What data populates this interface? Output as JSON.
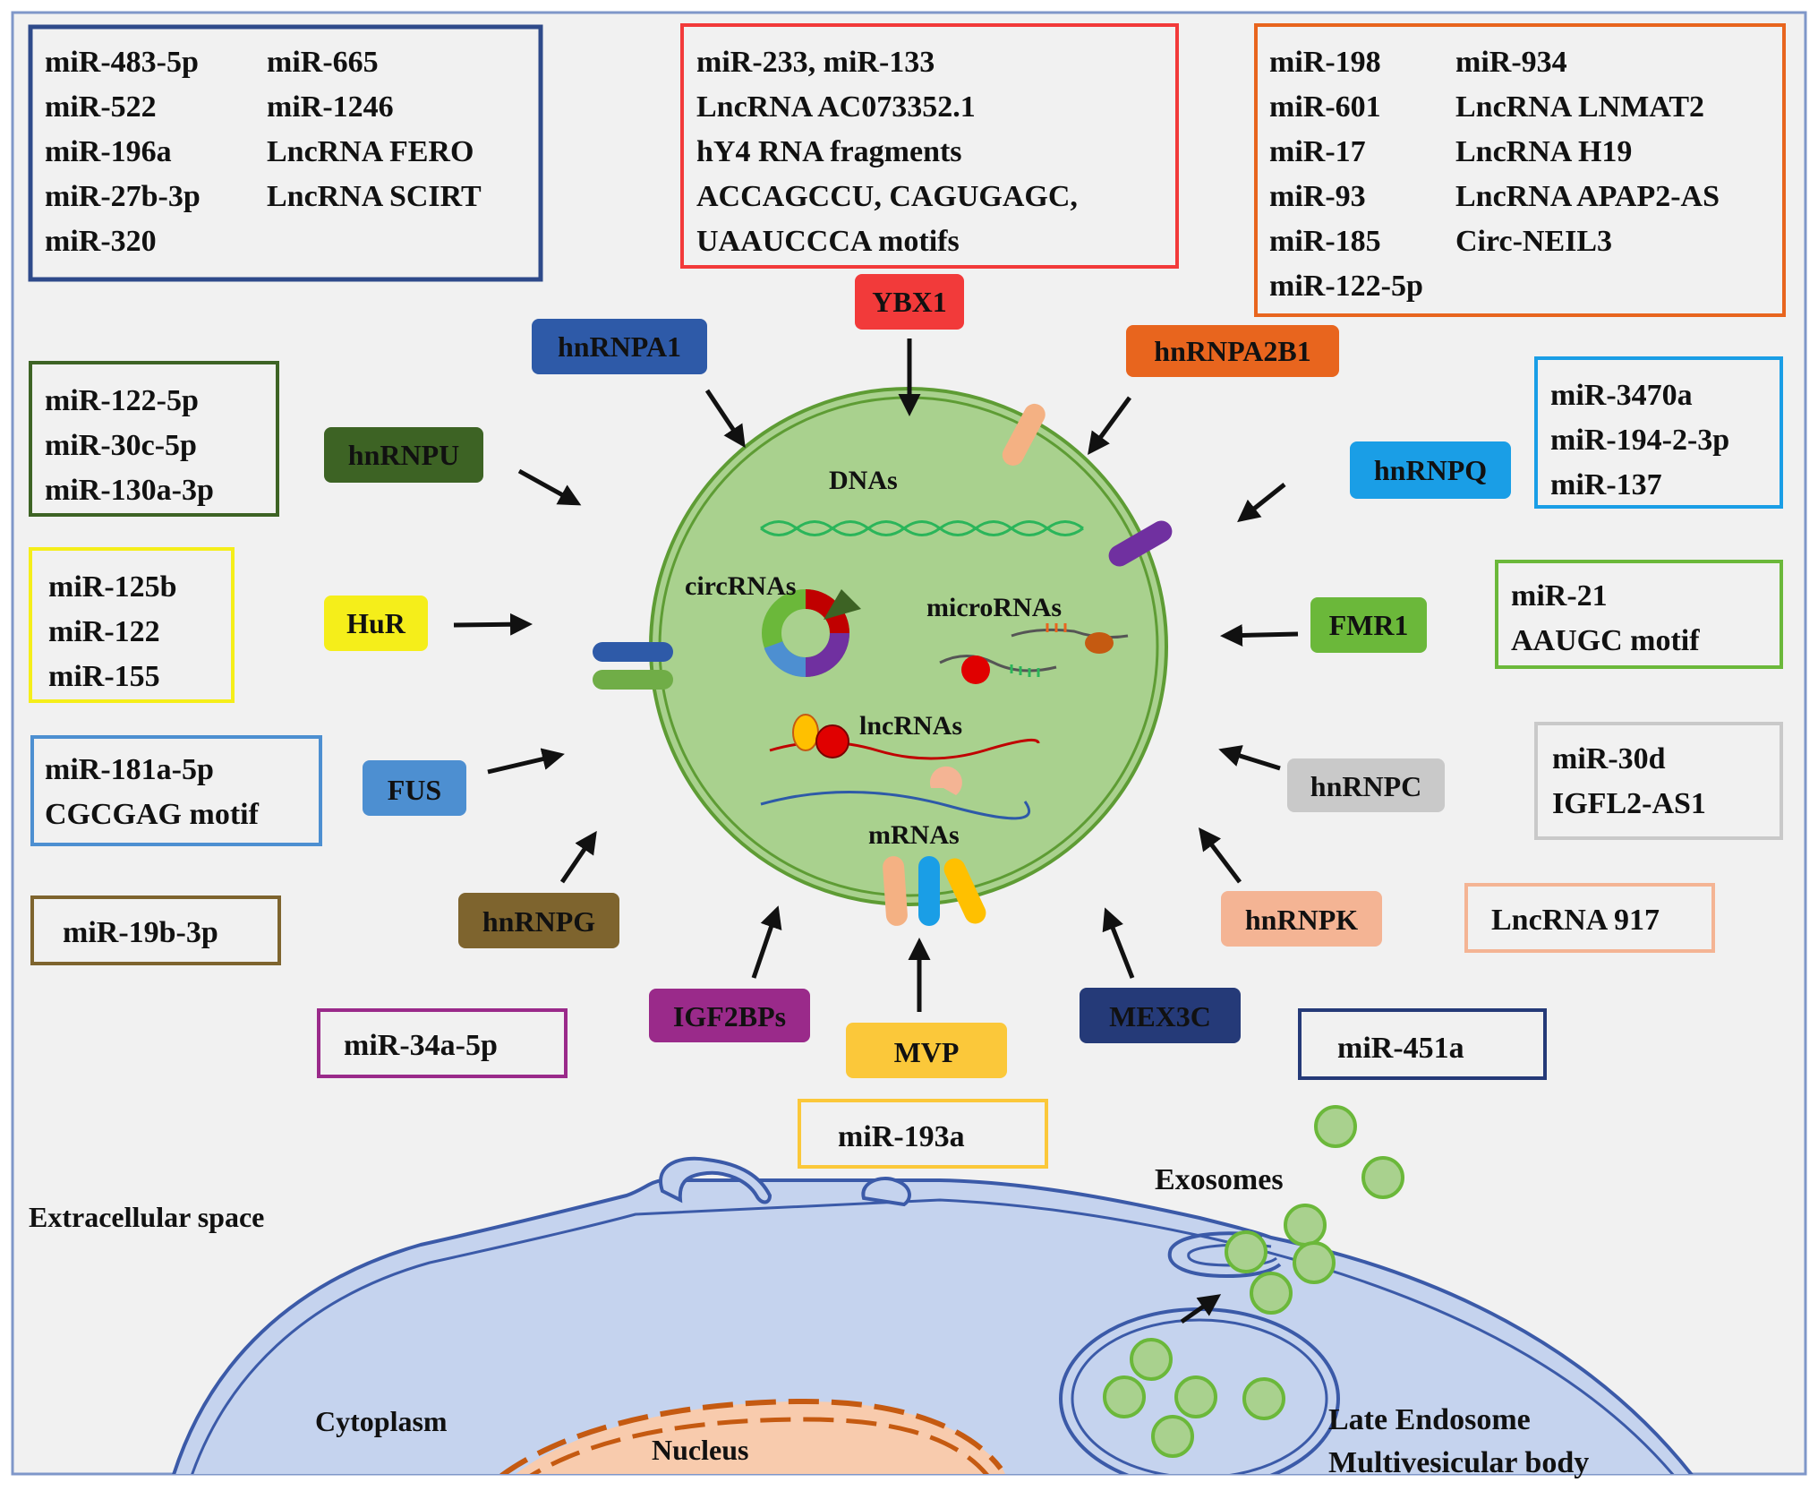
{
  "rna_lists": {
    "top_left": {
      "col1": [
        "miR-483-5p",
        "miR-522",
        "miR-196a",
        "miR-27b-3p",
        "miR-320"
      ],
      "col2": [
        "miR-665",
        "miR-1246",
        "LncRNA FERO",
        "LncRNA SCIRT"
      ]
    },
    "ybx1": [
      "miR-233, miR-133",
      "LncRNA AC073352.1",
      "hY4 RNA fragments",
      "ACCAGCCU, CAGUGAGC,",
      "UAAUCCCA motifs"
    ],
    "hnrnpa2b1": {
      "col1": [
        "miR-198",
        "miR-601",
        "miR-17",
        "miR-93",
        "miR-185",
        "miR-122-5p"
      ],
      "col2": [
        "miR-934",
        "LncRNA LNMAT2",
        "LncRNA H19",
        "LncRNA APAP2-AS",
        "Circ-NEIL3"
      ]
    },
    "hnrnpu": [
      "miR-122-5p",
      "miR-30c-5p",
      "miR-130a-3p"
    ],
    "hur": [
      "miR-125b",
      "miR-122",
      "miR-155"
    ],
    "fus": [
      "miR-181a-5p",
      "CGCGAG motif"
    ],
    "hnrnpg": [
      "miR-19b-3p"
    ],
    "igf2bps": [
      "miR-34a-5p"
    ],
    "mvp": [
      "miR-193a"
    ],
    "mex3c": [
      "miR-451a"
    ],
    "hnrnpk": [
      "LncRNA 917"
    ],
    "hnrnpc": [
      "miR-30d",
      "IGFL2-AS1"
    ],
    "fmr1": [
      "miR-21",
      "AAUGC motif"
    ],
    "hnrnpq": [
      "miR-3470a",
      "miR-194-2-3p",
      "miR-137"
    ]
  },
  "proteins": {
    "hnrnpa1": "hnRNPA1",
    "ybx1": "YBX1",
    "hnrnpa2b1": "hnRNPA2B1",
    "hnrnpu": "hnRNPU",
    "hnrnpq": "hnRNPQ",
    "hur": "HuR",
    "fmr1": "FMR1",
    "fus": "FUS",
    "hnrnpc": "hnRNPC",
    "hnrnpg": "hnRNPG",
    "hnrnpk": "hnRNPK",
    "igf2bps": "IGF2BPs",
    "mvp": "MVP",
    "mex3c": "MEX3C"
  },
  "exosome_contents": {
    "dnas": "DNAs",
    "circrnas": "circRNAs",
    "micrornas": "microRNAs",
    "lncrnas": "lncRNAs",
    "mrnas": "mRNAs"
  },
  "cell_labels": {
    "exosomes": "Exosomes",
    "extracellular": "Extracellular space",
    "cytoplasm": "Cytoplasm",
    "nucleus": "Nucleus",
    "late_endosome": "Late Endosome",
    "mvb": "Multivesicular body"
  },
  "colors": {
    "hnrnpa1": "#2e5aa8",
    "ybx1": "#f23a3a",
    "hnrnpa2b1": "#e8651e",
    "hnrnpu": "#3d6324",
    "hnrnpq": "#1a9ee6",
    "hur": "#f5ee1a",
    "fmr1": "#6bb83a",
    "fus": "#4d8fd1",
    "hnrnpc": "#c9c9c9",
    "hnrnpg": "#7e642e",
    "hnrnpk": "#f4b494",
    "igf2bps": "#9a2a8a",
    "mvp": "#fbc83a",
    "mex3c": "#253a78",
    "exosome_fill": "#a9d18e",
    "cell_fill": "#c5d3ee",
    "nucleus_fill": "#f8cbad"
  }
}
